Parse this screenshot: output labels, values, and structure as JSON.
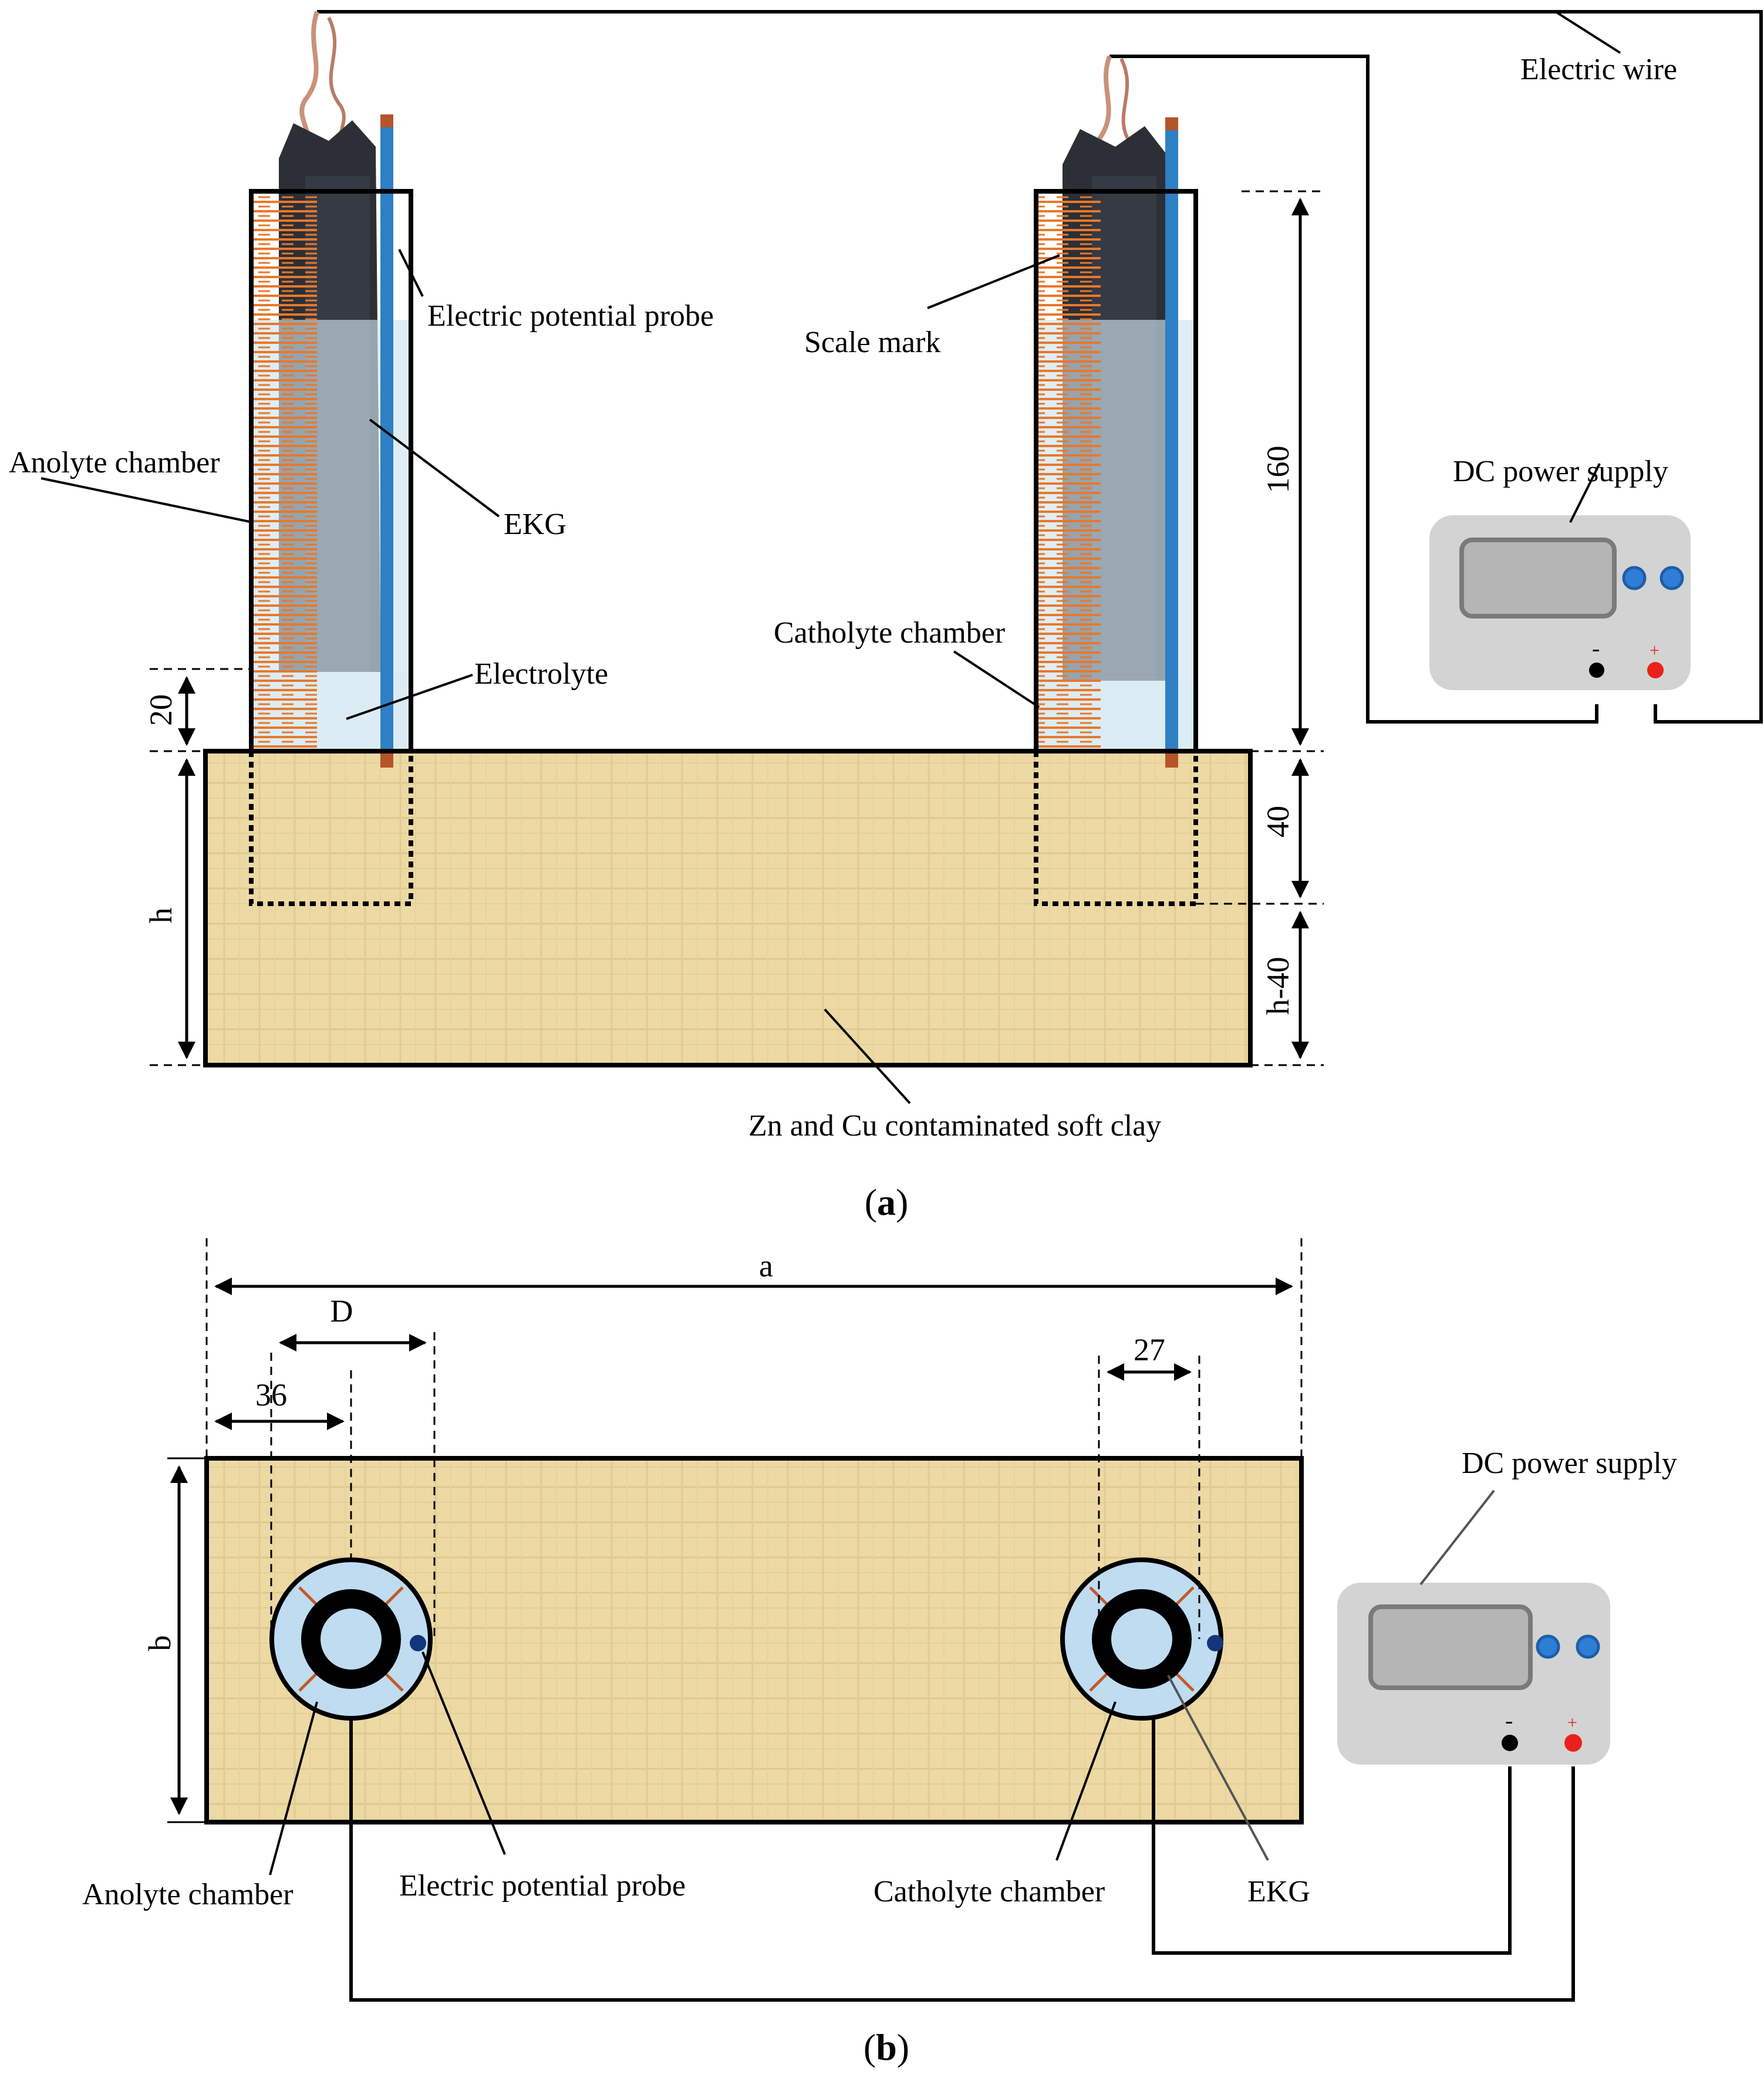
{
  "figure_a": {
    "caption_letter": "a",
    "labels": {
      "electric_wire": "Electric wire",
      "electric_potential_probe": "Electric potential probe",
      "scale_mark": "Scale mark",
      "anolyte_chamber": "Anolyte chamber",
      "ekg": "EKG",
      "dc_power_supply": "DC power supply",
      "catholyte_chamber": "Catholyte chamber",
      "electrolyte": "Electrolyte",
      "soil": "Zn and Cu contaminated soft clay"
    },
    "dimensions": {
      "electrolyte_height": "20",
      "chamber_height": "160",
      "embed_depth": "40",
      "remaining_depth": "h-40",
      "soil_height": "h"
    }
  },
  "figure_b": {
    "caption_letter": "b",
    "labels": {
      "dc_power_supply": "DC power supply",
      "anolyte_chamber": "Anolyte chamber",
      "electric_potential_probe": "Electric potential probe",
      "catholyte_chamber": "Catholyte chamber",
      "ekg": "EKG"
    },
    "dimensions": {
      "length": "a",
      "width": "b",
      "diameter": "D",
      "anode_offset": "36",
      "cathode_span": "27"
    }
  },
  "power_supply": {
    "minus": "-",
    "plus": "+"
  },
  "colors": {
    "soil": "#ecd9a4",
    "soil_line": "#d9c08a",
    "electrolyte": "#bfe0f2",
    "water": "#cfe4ee",
    "scale": "#e8782a",
    "probe": "#2f7fc4",
    "device": "#d3d3d3",
    "knob": "#2e7dd6",
    "terminal_red": "#e8221b"
  }
}
